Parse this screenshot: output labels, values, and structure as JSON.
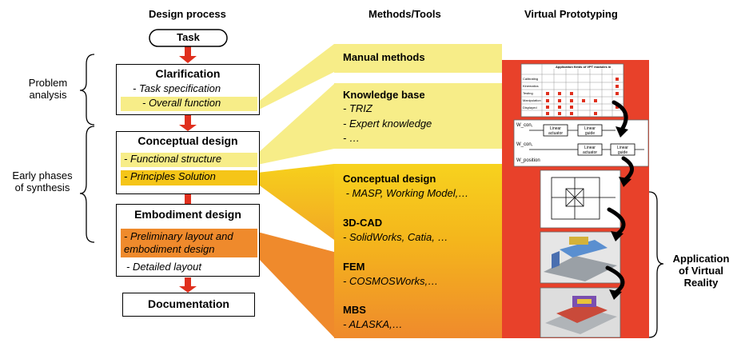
{
  "headers": {
    "design_process": "Design process",
    "methods_tools": "Methods/Tools",
    "virtual_prototyping": "Virtual Prototyping"
  },
  "side_labels": {
    "problem_analysis": "Problem\nanalysis",
    "early_phases": "Early phases\nof synthesis",
    "application_vr": "Application\nof Virtual\nReality"
  },
  "task": "Task",
  "stages": [
    {
      "title": "Clarification",
      "items": [
        "- Task specification",
        "- Overall function"
      ]
    },
    {
      "title": "Conceptual design",
      "items": [
        "- Functional structure",
        "- Principles Solution"
      ]
    },
    {
      "title": "Embodiment design",
      "items": [
        "- Preliminary layout and\nembodiment design",
        "- Detailed layout"
      ]
    },
    {
      "title": "Documentation",
      "items": []
    }
  ],
  "tools": [
    {
      "title": "Manual methods",
      "items": []
    },
    {
      "title": "Knowledge base",
      "items": [
        "- TRIZ",
        "- Expert knowledge",
        "- …"
      ]
    },
    {
      "title": "Conceptual design",
      "items": [
        " - MASP, Working Model,…"
      ]
    },
    {
      "title": "3D-CAD",
      "items": [
        "- SolidWorks, Catia, …"
      ]
    },
    {
      "title": "FEM",
      "items": [
        "- COSMOSWorks,…"
      ]
    },
    {
      "title": "MBS",
      "items": [
        "- ALASKA,…"
      ]
    }
  ],
  "colors": {
    "arrow_red": "#e0301e",
    "light_yellow": "#f7ed88",
    "yellow": "#f5c518",
    "orange": "#ef8a2c",
    "panel_red": "#e8412a"
  },
  "thumbnail_table": {
    "title": "Application fields of VPT modules in",
    "row_labels": [
      "Calibrating",
      "Kinematics",
      "Testing",
      "Manipulation",
      "Displayed"
    ]
  },
  "block_diagram": {
    "blocks": [
      "Linear actuator",
      "Linear guide",
      "Linear actuator",
      "Linear guide"
    ],
    "labels": [
      "W_con,",
      "W_con,",
      "W_position"
    ]
  }
}
